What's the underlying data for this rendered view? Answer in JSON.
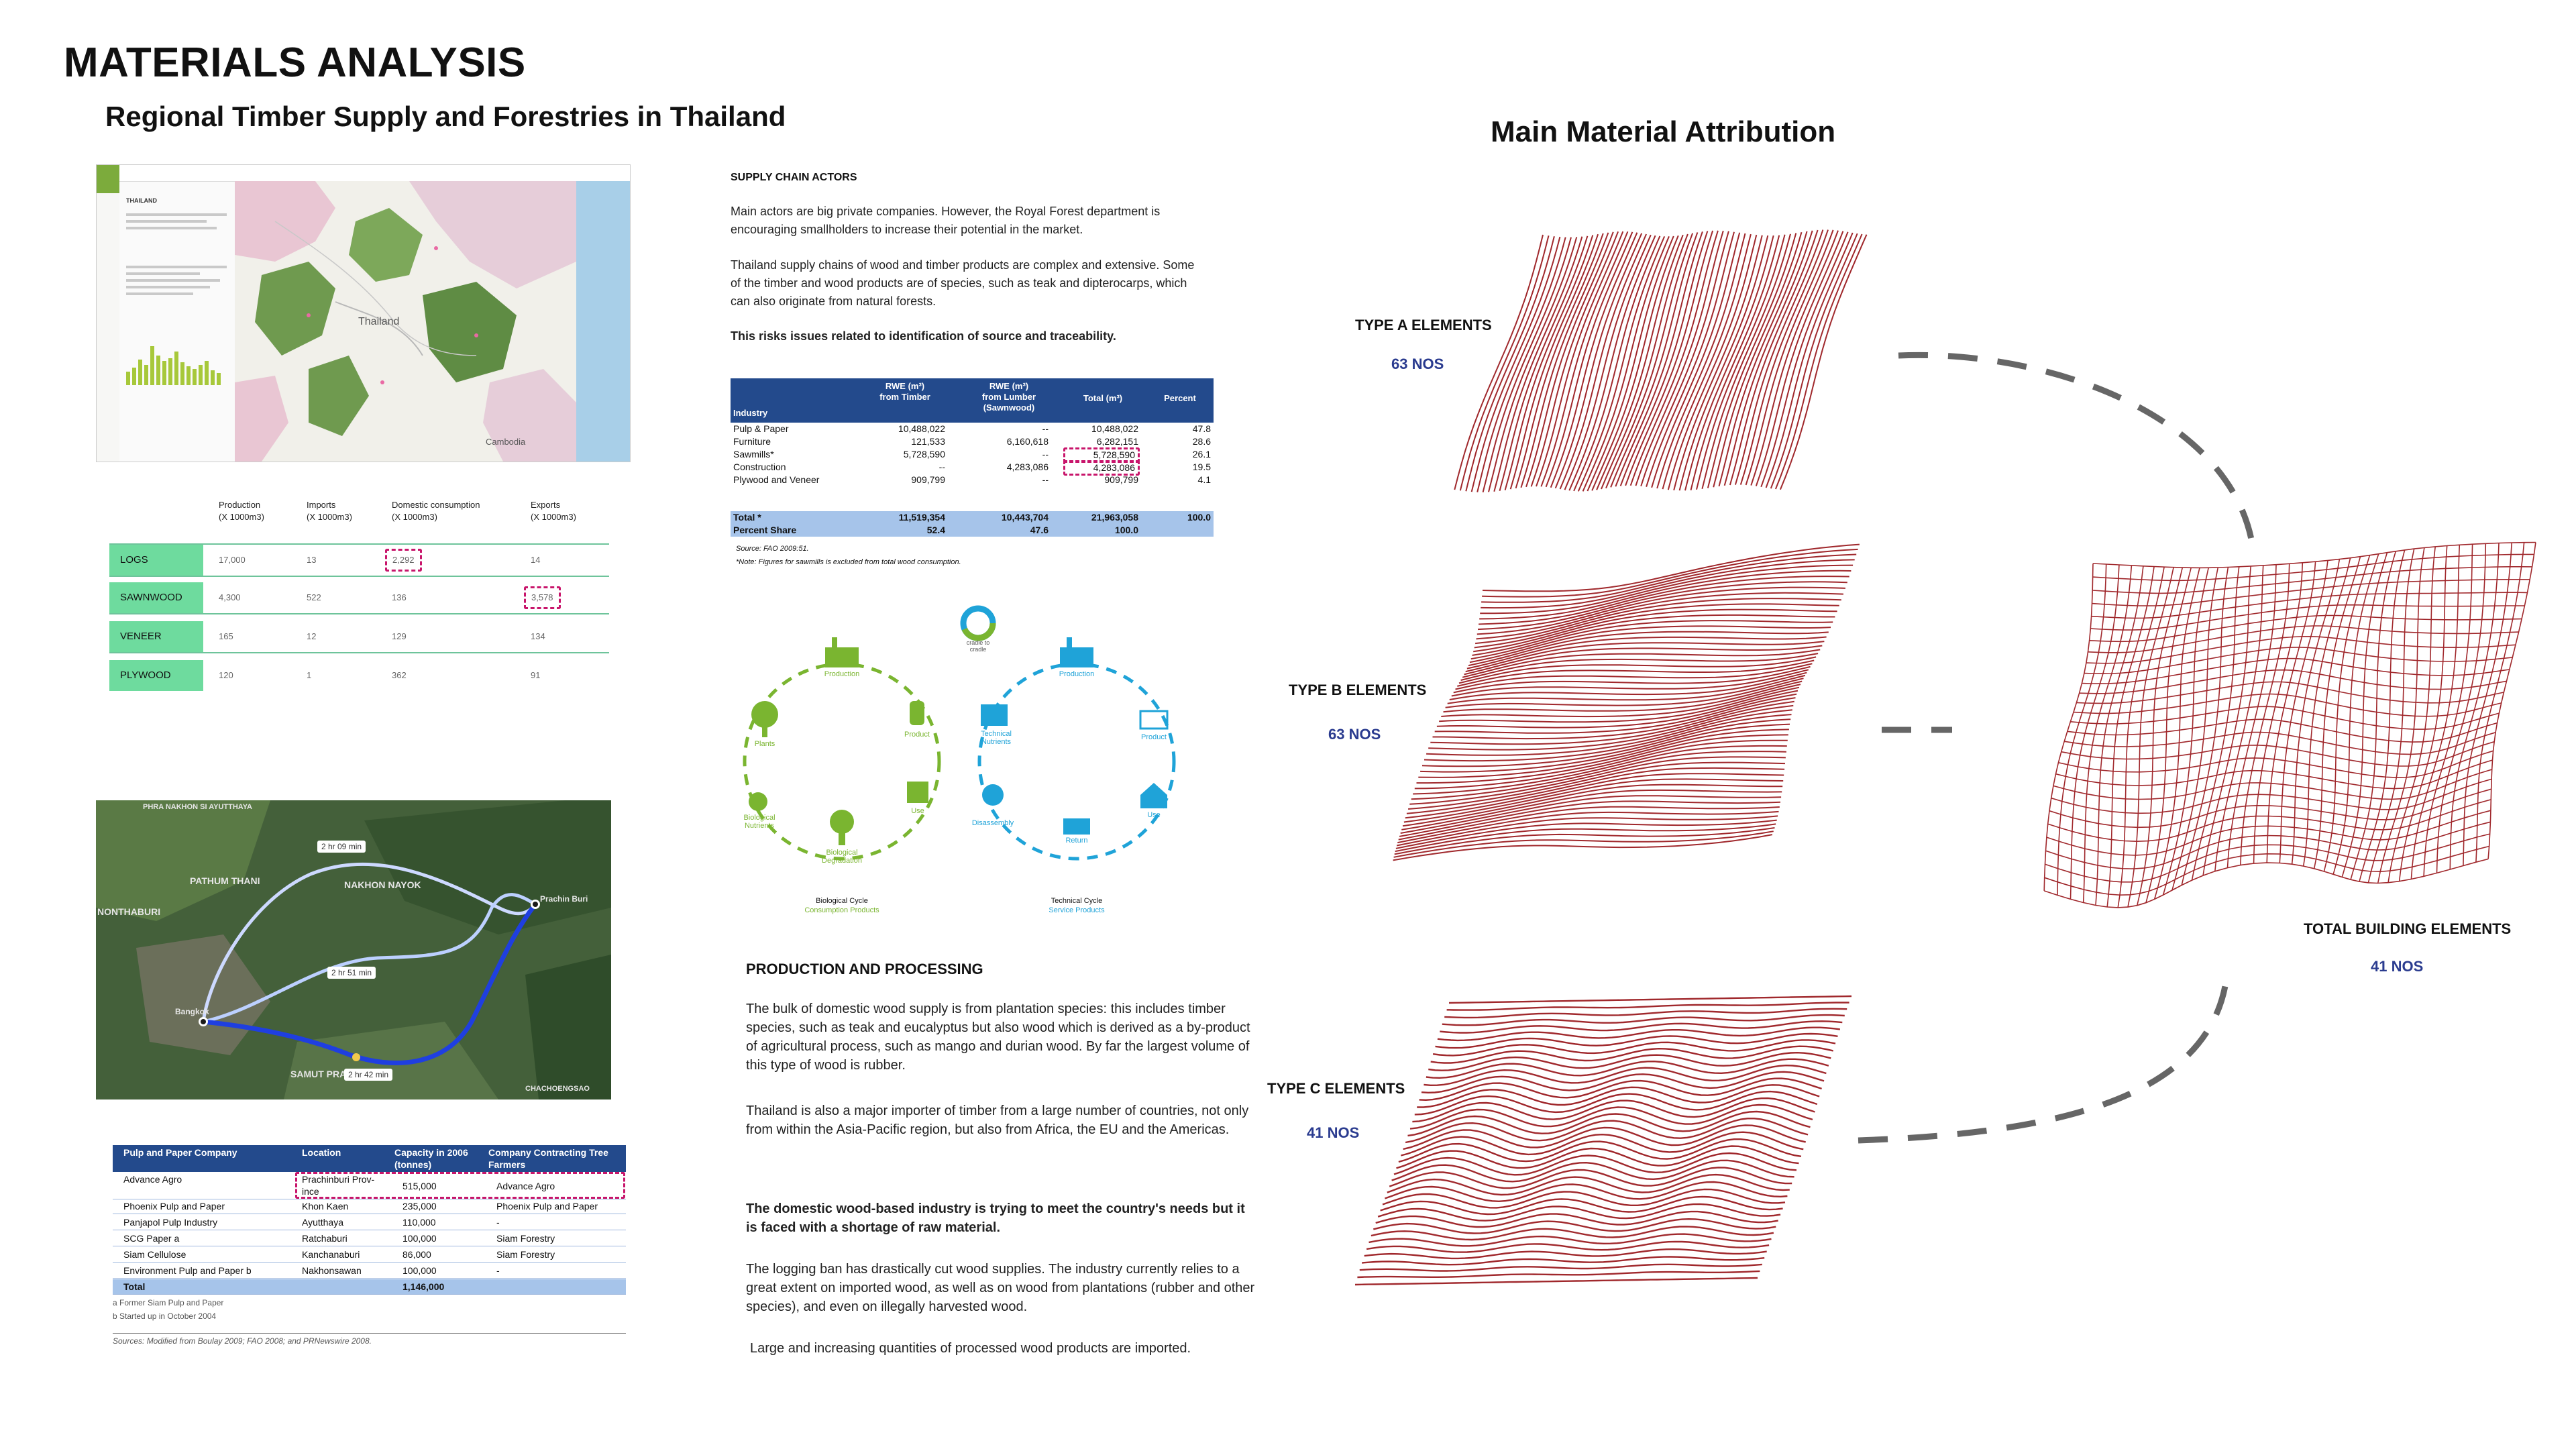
{
  "title": "MATERIALS ANALYSIS",
  "subtitle": "Regional Timber Supply and Forestries in Thailand",
  "right_title": "Main Material Attribution",
  "forest_map": {
    "labels": [
      "Thailand",
      "Cambodia"
    ],
    "panel_header": "THAILAND"
  },
  "production_table": {
    "headers": [
      "Production\n(X 1000m3)",
      "Imports\n(X 1000m3)",
      "Domestic consumption\n(X 1000m3)",
      "Exports\n(X 1000m3)"
    ],
    "rows": [
      {
        "label": "LOGS",
        "values": [
          "17,000",
          "13",
          "2,292",
          "14"
        ]
      },
      {
        "label": "SAWNWOOD",
        "values": [
          "4,300",
          "522",
          "136",
          "3,578"
        ]
      },
      {
        "label": "VENEER",
        "values": [
          "165",
          "12",
          "129",
          "134"
        ]
      },
      {
        "label": "PLYWOOD",
        "values": [
          "120",
          "1",
          "362",
          "91"
        ]
      }
    ]
  },
  "route_map": {
    "places": [
      "PHRA NAKHON SI AYUTTHAYA",
      "NAKHON NAYOK",
      "PATHUM THANI",
      "NONTHABURI",
      "Bangkok",
      "SAMUT PRAKAN",
      "Prachin Buri",
      "CHACHOENGSAO"
    ],
    "routes": [
      "2 hr 09 min",
      "2 hr 51 min",
      "2 hr 42 min"
    ]
  },
  "pulp_table": {
    "headers": [
      "Pulp and Paper Company",
      "Location",
      "Capacity in 2006 (tonnes)",
      "Company Contracting Tree Farmers"
    ],
    "rows": [
      [
        "Advance Agro",
        "Prachinburi Prov-\nince",
        "515,000",
        "Advance Agro"
      ],
      [
        "Phoenix Pulp and Paper",
        "Khon Kaen",
        "235,000",
        "Phoenix Pulp and Paper"
      ],
      [
        "Panjapol Pulp Industry",
        "Ayutthaya",
        "110,000",
        "-"
      ],
      [
        "SCG Paper a",
        "Ratchaburi",
        "100,000",
        "Siam Forestry"
      ],
      [
        "Siam Cellulose",
        "Kanchanaburi",
        "86,000",
        "Siam Forestry"
      ],
      [
        "Environment Pulp and Paper b",
        "Nakhonsawan",
        "100,000",
        "-"
      ]
    ],
    "total": [
      "Total",
      "",
      "1,146,000",
      ""
    ],
    "notes": [
      "a Former Siam Pulp and Paper",
      "b Started up in October 2004"
    ],
    "source": "Sources: Modified from Boulay 2009; FAO 2008; and PRNewswire 2008."
  },
  "supply_chain": {
    "title": "SUPPLY CHAIN ACTORS",
    "p1": "Main actors are big private companies. However, the Royal Forest department is encouraging smallholders to increase their potential in the market.",
    "p2": "Thailand supply chains of wood and timber products are complex and extensive. Some of the timber and wood products are of species, such as teak and dipterocarps, which can also originate from natural forests.",
    "p3": "This risks issues related to identification of source and traceability."
  },
  "rwe_table": {
    "headers": [
      "Industry",
      "RWE (m³)\nfrom Timber",
      "RWE (m³)\nfrom Lumber\n(Sawnwood)",
      "Total (m³)",
      "Percent"
    ],
    "rows": [
      [
        "Pulp & Paper",
        "10,488,022",
        "--",
        "10,488,022",
        "47.8"
      ],
      [
        "Furniture",
        "121,533",
        "6,160,618",
        "6,282,151",
        "28.6"
      ],
      [
        "Sawmills*",
        "5,728,590",
        "--",
        "5,728,590",
        "26.1"
      ],
      [
        "Construction",
        "--",
        "4,283,086",
        "4,283,086",
        "19.5"
      ],
      [
        "Plywood and Veneer",
        "909,799",
        "--",
        "909,799",
        "4.1"
      ]
    ],
    "total": [
      "Total *",
      "11,519,354",
      "10,443,704",
      "21,963,058",
      "100.0"
    ],
    "share": [
      "Percent Share",
      "52.4",
      "47.6",
      "100.0",
      ""
    ],
    "source": "Source: FAO 2009:51.",
    "note": "*Note: Figures for sawmills is excluded from total wood consumption."
  },
  "cycle": {
    "brand": "cradle to cradle",
    "bio": [
      "Production",
      "Product",
      "Use",
      "Biological Degradation",
      "Biological Nutrients",
      "Plants"
    ],
    "bio_caption": [
      "Biological Cycle",
      "Consumption Products"
    ],
    "tech": [
      "Production",
      "Product",
      "Use",
      "Return",
      "Disassembly",
      "Technical Nutrients"
    ],
    "tech_caption": [
      "Technical Cycle",
      "Service Products"
    ],
    "bio_color": "#7ab530",
    "tech_color": "#1fa3d8"
  },
  "production": {
    "title": "PRODUCTION AND PROCESSING",
    "p1": "The bulk of domestic wood supply is from plantation species: this includes timber species, such as teak and eucalyptus but also wood which is derived as a by-product of agricultural process, such as mango and durian wood. By far the largest volume of this type of wood is rubber.",
    "p2": "Thailand is also a major importer of timber from a large number of countries, not only from within the Asia-Pacific region, but also from Africa, the EU and the Americas.",
    "p3": "The domestic wood-based industry is trying to meet the country's needs but it is faced with a shortage of raw material.",
    "p4": "The logging ban has drastically cut wood supplies. The industry currently relies to a great extent on imported wood, as well as on wood from plantations (rubber and other species), and even on illegally harvested wood.",
    "p5": "Large and increasing quantities of processed wood products are imported."
  },
  "elements": {
    "a_label": "TYPE A ELEMENTS",
    "a_count": "63 NOS",
    "b_label": "TYPE B ELEMENTS",
    "b_count": "63 NOS",
    "c_label": "TYPE C ELEMENTS",
    "c_count": "41 NOS",
    "total_label": "TOTAL BUILDING ELEMENTS",
    "total_count": "41 NOS",
    "line_color": "#a0282c",
    "count_color": "#2a3b8f"
  }
}
